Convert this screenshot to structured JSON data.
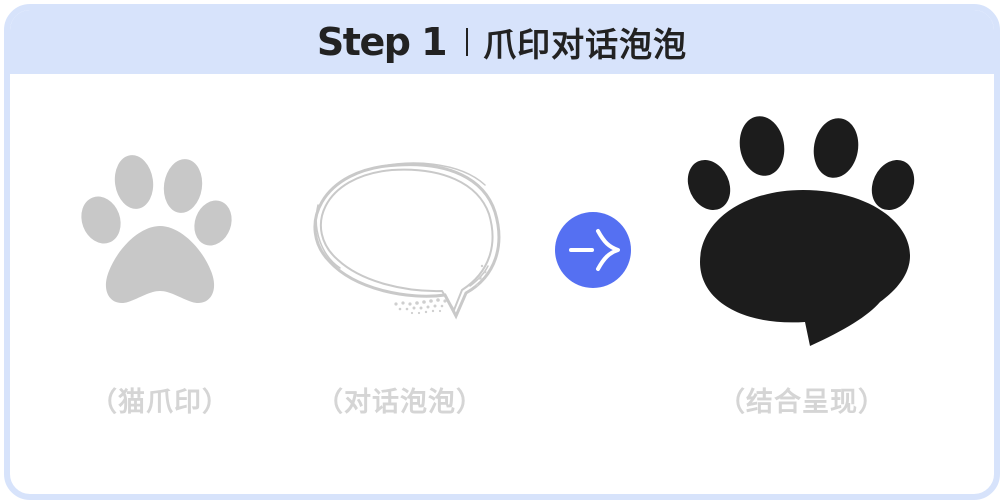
{
  "header": {
    "step": "Step 1",
    "title": "爪印对话泡泡"
  },
  "captions": {
    "paw": "（猫爪印）",
    "bubble": "（对话泡泡）",
    "result": "（结合呈现）"
  },
  "colors": {
    "frame": "#d7e3fb",
    "paw_gray": "#c8c8c8",
    "arrow_blue": "#5570f2",
    "result_black": "#1c1c1c",
    "caption_gray": "#d5d5d5"
  },
  "icons": {
    "paw": "cat-paw-icon",
    "bubble": "speech-bubble-icon",
    "arrow": "merge-arrow-icon",
    "result": "paw-speech-bubble-icon"
  }
}
